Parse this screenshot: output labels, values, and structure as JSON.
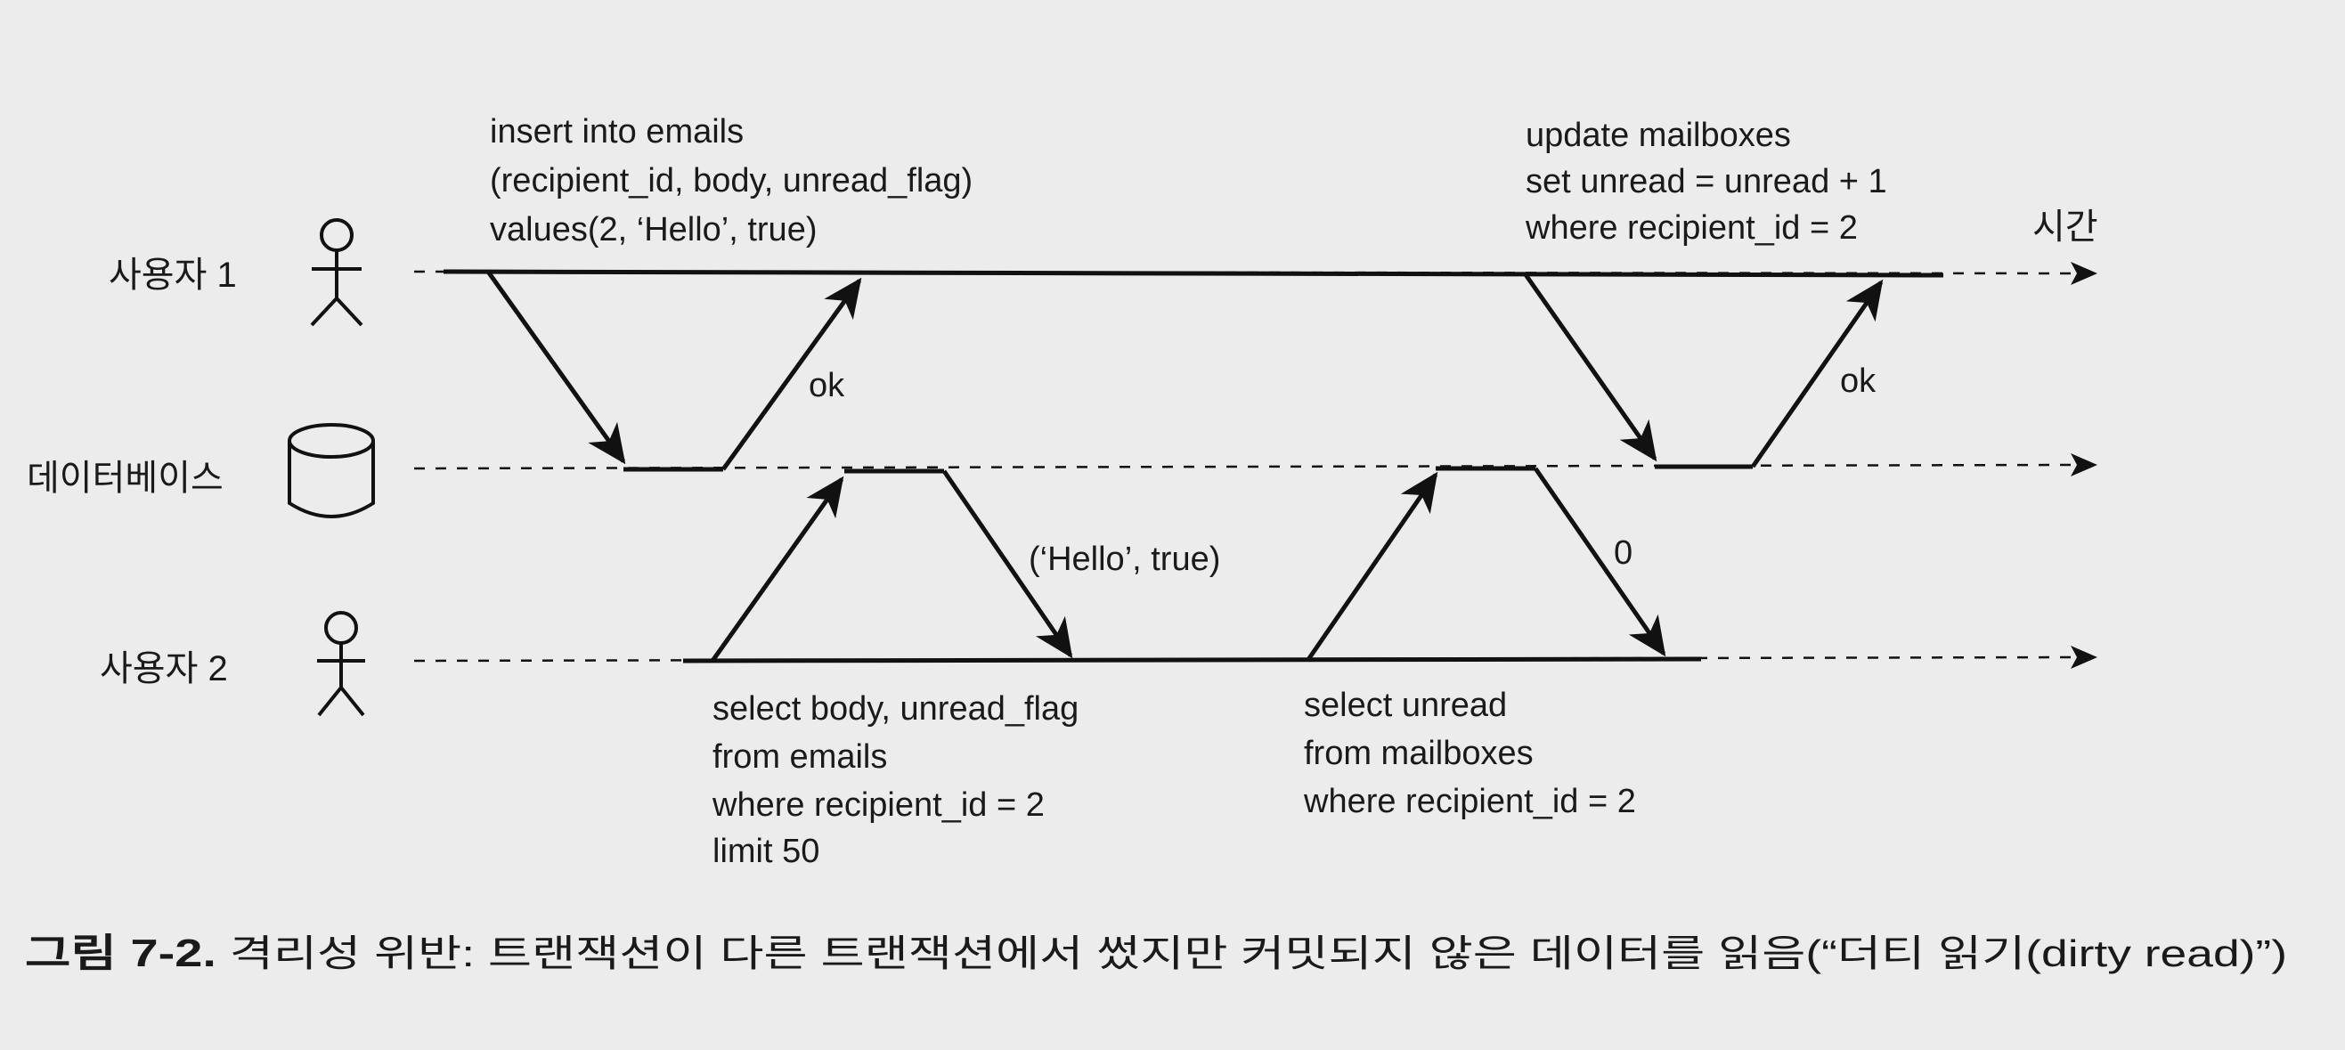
{
  "lanes": {
    "user1": "사용자 1",
    "database": "데이터베이스",
    "user2": "사용자 2",
    "time": "시간"
  },
  "queries": {
    "user1_insert": [
      "insert into emails",
      "(recipient_id, body, unread_flag)",
      "values(2, ‘Hello’, true)"
    ],
    "user1_update": [
      "update mailboxes",
      "set unread = unread + 1",
      "where recipient_id = 2"
    ],
    "user2_select_emails": [
      "select body, unread_flag",
      "from emails",
      "where recipient_id = 2",
      "limit 50"
    ],
    "user2_select_mailboxes": [
      "select unread",
      "from mailboxes",
      "where recipient_id = 2"
    ]
  },
  "responses": {
    "ok_insert": "ok",
    "ok_update": "ok",
    "select_emails_result": "(‘Hello’, true)",
    "select_mailboxes_result": "0"
  },
  "caption": {
    "label": "그림 7-2.",
    "text": " 격리성 위반: 트랜잭션이 다른 트랜잭션에서 썼지만 커밋되지 않은 데이터를 읽음(“더티 읽기(dirty read)”)"
  }
}
